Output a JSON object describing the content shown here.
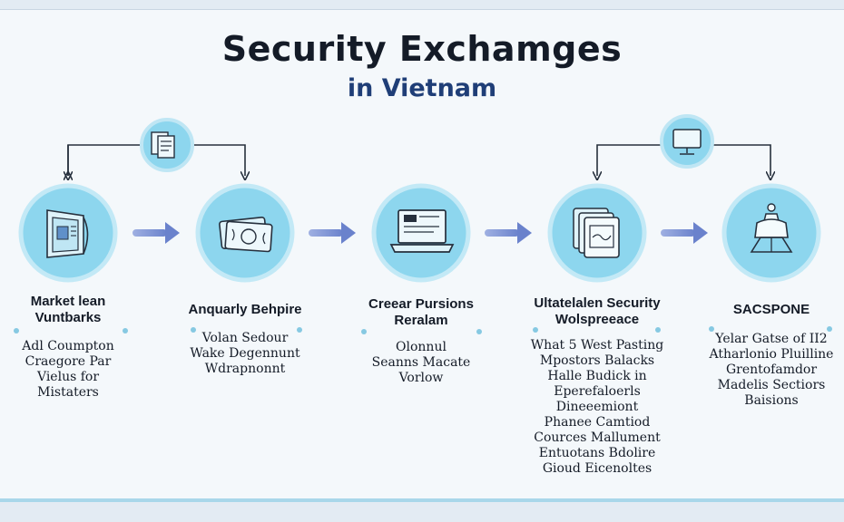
{
  "title": {
    "line1": "Security Exchamges",
    "line2": "in Vietnam"
  },
  "colors": {
    "circle": "#8dd6ee",
    "arrow": "#6e86cf",
    "accent_line": "#a9d7ea",
    "dot": "#86c9e2"
  },
  "steps": [
    {
      "icon": "newspaper-icon",
      "heading": [
        "Market lean",
        "Vuntbarks"
      ],
      "body": [
        "Adl Coumpton",
        "Craegore Par",
        "Vielus for",
        "Mistaters"
      ]
    },
    {
      "icon": "currency-note-icon",
      "heading": [
        "Anquarly Behpire"
      ],
      "body": [
        "Volan Sedour",
        "Wake Degennunt",
        "Wdrapnonnt"
      ]
    },
    {
      "icon": "laptop-icon",
      "heading": [
        "Creear Pursions",
        "Reralam"
      ],
      "body": [
        "Olonnul",
        "Seanns Macate",
        "Vorlow"
      ]
    },
    {
      "icon": "stacked-cards-icon",
      "heading": [
        "Ultatelalen Security",
        "Wolspreeace"
      ],
      "body": [
        "What 5 West Pasting",
        "Mpostors Balacks",
        "Halle Budick in",
        "Eperefaloerls",
        "Dineeemiont",
        "Phanee Camtiod",
        "Cources Mallument",
        "Entuotans Bdolire",
        "Gioud Eicenoltes"
      ]
    },
    {
      "icon": "stage-lamp-icon",
      "heading": [
        "SACSPONE"
      ],
      "body": [
        "Yelar Gatse of II2",
        "Atharlonio Pluilline",
        "Grentofamdor",
        "Madelis Sectiors",
        "Baisions"
      ]
    }
  ],
  "loops": [
    {
      "icon": "documents-icon"
    },
    {
      "icon": "monitor-icon"
    }
  ]
}
